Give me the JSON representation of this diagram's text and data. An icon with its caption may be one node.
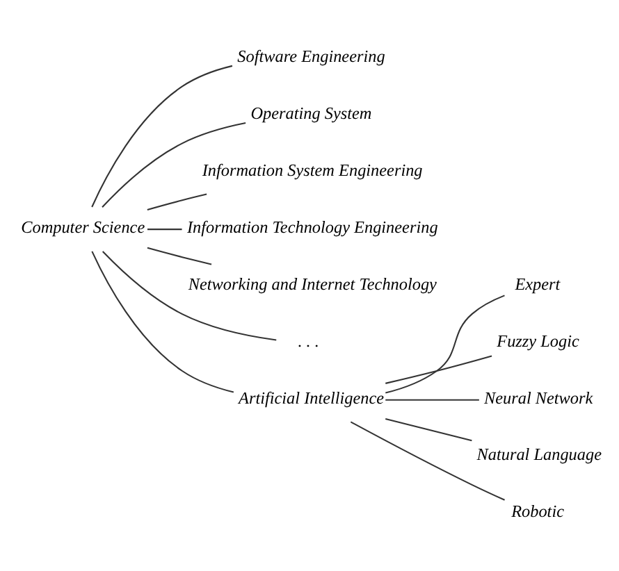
{
  "diagram": {
    "nodes": [
      {
        "text": [
          "Computer Science"
        ]
      },
      {
        "text": [
          "Software Engineering"
        ]
      },
      {
        "text": [
          "Operating System"
        ]
      },
      {
        "text": [
          "Information System Engineering"
        ]
      },
      {
        "text": [
          "Information Technology Engineering"
        ]
      },
      {
        "text": [
          "Networking and Internet Technology"
        ]
      },
      {
        "text": [
          ". . ."
        ]
      },
      {
        "text": [
          "Artificial Intelligence"
        ]
      },
      {
        "text": [
          "Expert"
        ]
      },
      {
        "text": [
          "Fuzzy Logic"
        ]
      },
      {
        "text": [
          "Neural Network"
        ]
      },
      {
        "text": [
          "Natural Language"
        ]
      },
      {
        "text": [
          "Robotic"
        ]
      }
    ],
    "edges": [
      {
        "from": 0,
        "to": 1,
        "arrow": "none"
      },
      {
        "from": 0,
        "to": 2,
        "arrow": "none"
      },
      {
        "from": 0,
        "to": 3,
        "arrow": "none"
      },
      {
        "from": 0,
        "to": 4,
        "arrow": "none"
      },
      {
        "from": 0,
        "to": 5,
        "arrow": "none"
      },
      {
        "from": 0,
        "to": 6,
        "arrow": "none"
      },
      {
        "from": 0,
        "to": 7,
        "arrow": "none"
      },
      {
        "from": 7,
        "to": 8,
        "arrow": "none"
      },
      {
        "from": 7,
        "to": 9,
        "arrow": "none"
      },
      {
        "from": 7,
        "to": 10,
        "arrow": "none"
      },
      {
        "from": 7,
        "to": 11,
        "arrow": "none"
      },
      {
        "from": 7,
        "to": 12,
        "arrow": "none"
      }
    ]
  }
}
